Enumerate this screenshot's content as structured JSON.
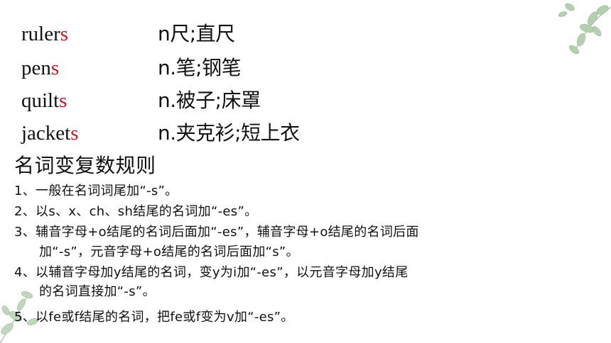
{
  "vocabulary": [
    {
      "stem": "ruler",
      "suffix": "s",
      "meaning": "n尺;直尺"
    },
    {
      "stem": "pen",
      "suffix": "s",
      "meaning": "n.笔;钢笔"
    },
    {
      "stem": "quilt",
      "suffix": "s",
      "meaning": "n.被子;床罩"
    },
    {
      "stem": "jacket",
      "suffix": "s",
      "meaning": "n.夹克衫;短上衣"
    }
  ],
  "rules_title": "名词变复数规则",
  "rules": {
    "r1": "1、一般在名词词尾加“-s”。",
    "r2": "2、以s、x、ch、sh结尾的名词加“-es”。",
    "r3a": "3、辅音字母+o结尾的名词后面加“-es”，辅音字母+o结尾的名词后面",
    "r3b": "加“-s”，元音字母+o结尾的名词后面加“s”。",
    "r4a": "4、以辅音字母加y结尾的名词，变y为i加“-es”，以元音字母加y结尾",
    "r4b": "的名词直接加“-s”。",
    "r5": "5、以fe或f结尾的名词，把fe或f变为v加“-es”。"
  },
  "colors": {
    "suffix": "#d0131a",
    "text": "#111111",
    "leaf": "#a9c8a4"
  },
  "icons": [
    "leaf-branch-top-right",
    "leaf-branch-bottom-left"
  ]
}
